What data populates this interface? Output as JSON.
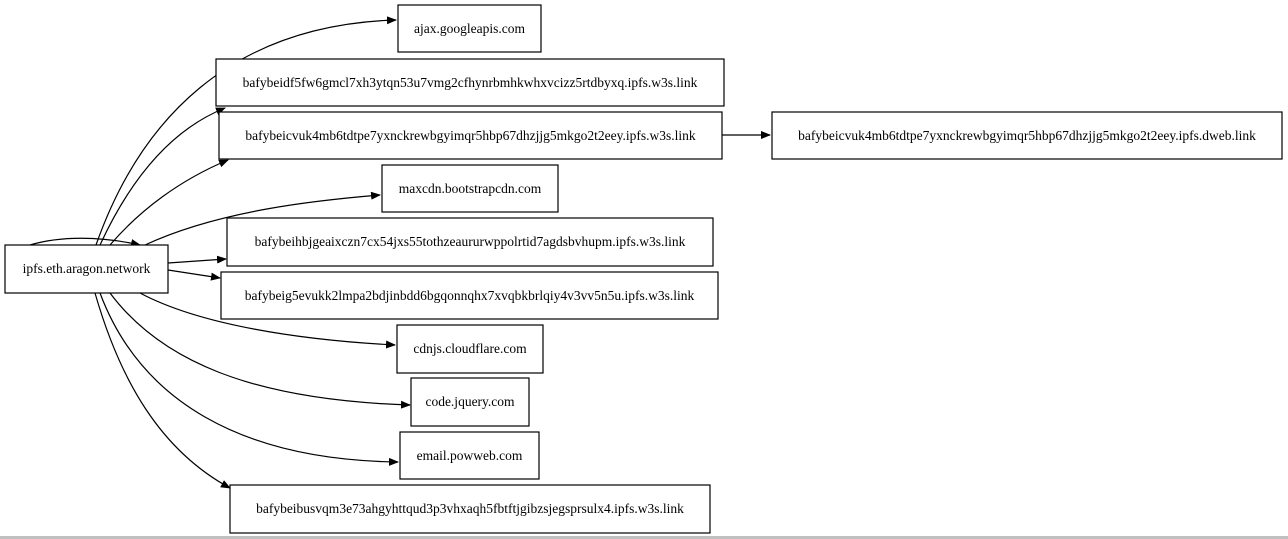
{
  "graph": {
    "root": {
      "label": "ipfs.eth.aragon.network"
    },
    "nodes": [
      {
        "id": "n1",
        "label": "ajax.googleapis.com"
      },
      {
        "id": "n2",
        "label": "bafybeidf5fw6gmcl7xh3ytqn53u7vmg2cfhynrbmhkwhxvcizz5rtdbyxq.ipfs.w3s.link"
      },
      {
        "id": "n3",
        "label": "bafybeicvuk4mb6tdtpe7yxnckrewbgyimqr5hbp67dhzjjg5mkgo2t2eey.ipfs.w3s.link"
      },
      {
        "id": "n4",
        "label": "bafybeicvuk4mb6tdtpe7yxnckrewbgyimqr5hbp67dhzjjg5mkgo2t2eey.ipfs.dweb.link"
      },
      {
        "id": "n5",
        "label": "maxcdn.bootstrapcdn.com"
      },
      {
        "id": "n6",
        "label": "bafybeihbjgeaixczn7cx54jxs55tothzeaururwppolrtid7agdsbvhupm.ipfs.w3s.link"
      },
      {
        "id": "n7",
        "label": "bafybeig5evukk2lmpa2bdjinbdd6bgqonnqhx7xvqbkbrlqiy4v3vv5n5u.ipfs.w3s.link"
      },
      {
        "id": "n8",
        "label": "cdnjs.cloudflare.com"
      },
      {
        "id": "n9",
        "label": "code.jquery.com"
      },
      {
        "id": "n10",
        "label": "email.powweb.com"
      },
      {
        "id": "n11",
        "label": "bafybeibusvqm3e73ahgyhttqud3p3vhxaqh5fbtftjgibzsjegsprsulx4.ipfs.w3s.link"
      }
    ],
    "edges": [
      {
        "from": "root",
        "to": "n1"
      },
      {
        "from": "root",
        "to": "n2"
      },
      {
        "from": "root",
        "to": "n3"
      },
      {
        "from": "n3",
        "to": "n4"
      },
      {
        "from": "root",
        "to": "n5"
      },
      {
        "from": "root",
        "to": "n6"
      },
      {
        "from": "root",
        "to": "n7"
      },
      {
        "from": "root",
        "to": "n8"
      },
      {
        "from": "root",
        "to": "n9"
      },
      {
        "from": "root",
        "to": "n10"
      },
      {
        "from": "root",
        "to": "n11"
      },
      {
        "from": "root",
        "to": "root"
      }
    ]
  }
}
